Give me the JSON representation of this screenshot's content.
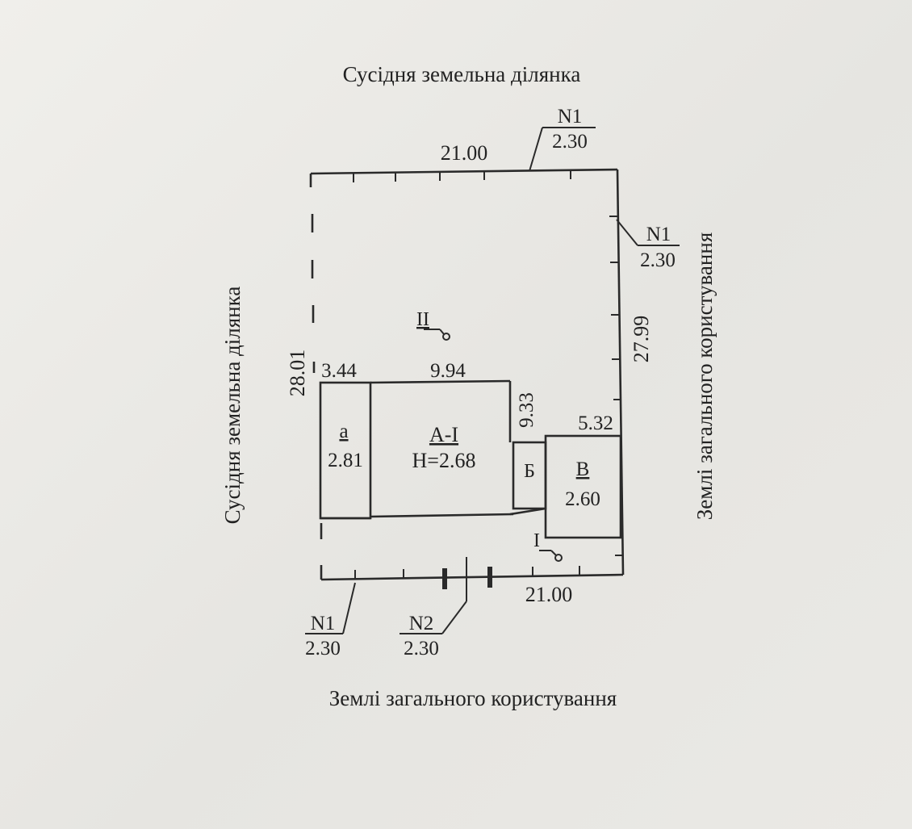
{
  "labels": {
    "top": "Сусідня земельна ділянка",
    "left": "Сусідня земельна ділянка",
    "right": "Землі загального користування",
    "bottom": "Землі загального користування"
  },
  "dimensions": {
    "top": "21.00",
    "bottom": "21.00",
    "left": "28.01",
    "right": "27.99",
    "a_width": "3.44",
    "a_length": "9.94",
    "a_depth": "9.33",
    "v_width": "5.32"
  },
  "buildings": {
    "a_letter": "а",
    "a_value": "2.81",
    "main_name": "А-I",
    "main_height": "Н=2.68",
    "b_letter": "Б",
    "v_letter": "В",
    "v_value": "2.60"
  },
  "points": {
    "p2": "II",
    "p1": "I"
  },
  "fences": [
    {
      "num": "N1",
      "height": "2.30"
    },
    {
      "num": "N1",
      "height": "2.30"
    },
    {
      "num": "N1",
      "height": "2.30"
    },
    {
      "num": "N2",
      "height": "2.30"
    }
  ]
}
